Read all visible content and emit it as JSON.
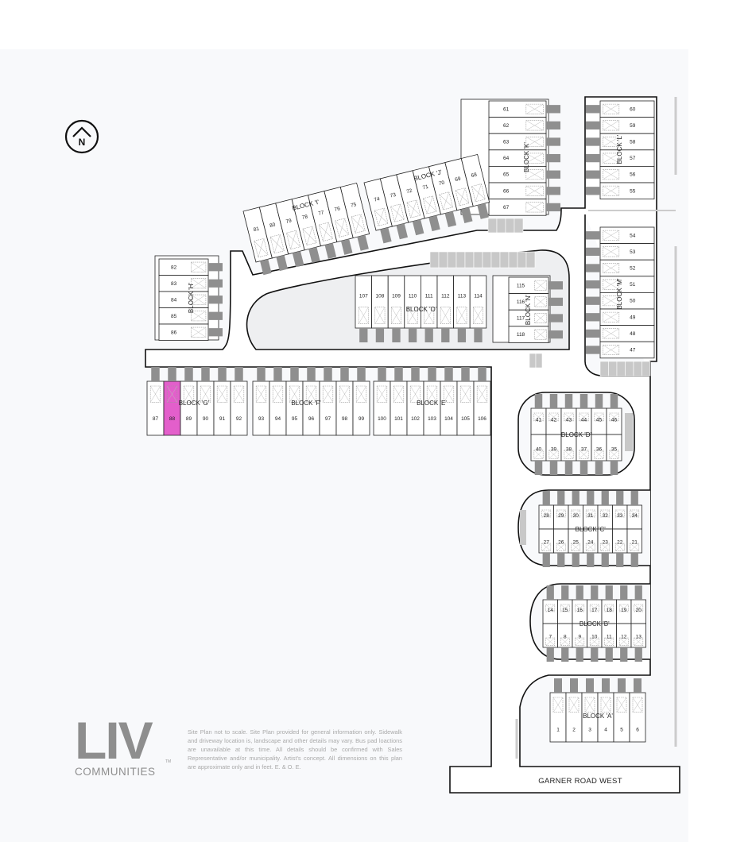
{
  "colors": {
    "highlight": "#e35fcb",
    "road": "#ffffff",
    "ground": "#f8f9fb",
    "driveway": "#8f8f8f",
    "island": "#eeeff1"
  },
  "north_icon": {
    "label": "N",
    "icon": "north-arrow-icon"
  },
  "road_name": "GARNER ROAD WEST",
  "highlighted_lot": "88",
  "blocks": {
    "A": {
      "label": "BLOCK 'A'",
      "lots": [
        "1",
        "2",
        "3",
        "4",
        "5",
        "6"
      ]
    },
    "B": {
      "label": "BLOCK 'B'",
      "top": [
        "14",
        "15",
        "16",
        "17",
        "18",
        "19",
        "20"
      ],
      "bottom": [
        "7",
        "8",
        "9",
        "10",
        "11",
        "12",
        "13"
      ]
    },
    "C": {
      "label": "BLOCK 'C'",
      "top": [
        "28",
        "29",
        "30",
        "31",
        "32",
        "33",
        "34"
      ],
      "bottom": [
        "27",
        "26",
        "25",
        "24",
        "23",
        "22",
        "21"
      ]
    },
    "D": {
      "label": "BLOCK 'D'",
      "top": [
        "41",
        "42",
        "43",
        "44",
        "45",
        "46"
      ],
      "bottom": [
        "40",
        "39",
        "38",
        "37",
        "36",
        "35"
      ]
    },
    "E": {
      "label": "BLOCK 'E'",
      "lots": [
        "100",
        "101",
        "102",
        "103",
        "104",
        "105",
        "106"
      ]
    },
    "F": {
      "label": "BLOCK 'F'",
      "lots": [
        "93",
        "94",
        "95",
        "96",
        "97",
        "98",
        "99"
      ]
    },
    "G": {
      "label": "BLOCK 'G'",
      "lots": [
        "87",
        "88",
        "89",
        "90",
        "91",
        "92"
      ]
    },
    "H": {
      "label": "BLOCK 'H'",
      "lots": [
        "82",
        "83",
        "84",
        "85",
        "86"
      ]
    },
    "I": {
      "label": "BLOCK 'I'",
      "lots": [
        "81",
        "80",
        "79",
        "78",
        "77",
        "76",
        "75"
      ]
    },
    "J": {
      "label": "BLOCK 'J'",
      "lots": [
        "74",
        "73",
        "72",
        "71",
        "70",
        "69",
        "68"
      ]
    },
    "K": {
      "label": "BLOCK 'K'",
      "lots": [
        "61",
        "62",
        "63",
        "64",
        "65",
        "66",
        "67"
      ]
    },
    "L": {
      "label": "BLOCK 'L'",
      "lots": [
        "60",
        "59",
        "58",
        "57",
        "56",
        "55"
      ]
    },
    "M": {
      "label": "BLOCK 'M'",
      "lots": [
        "54",
        "53",
        "52",
        "51",
        "50",
        "49",
        "48",
        "47"
      ]
    },
    "N": {
      "label": "BLOCK 'N'",
      "lots": [
        "115",
        "116",
        "117",
        "118"
      ]
    },
    "O": {
      "label": "BLOCK 'O'",
      "lots": [
        "107",
        "108",
        "109",
        "110",
        "111",
        "112",
        "113",
        "114"
      ]
    }
  },
  "logo": {
    "wordmark": "LIV",
    "sub": "COMMUNITIES",
    "tm": "TM"
  },
  "disclaimer": "Site Plan not to scale. Site Plan provided for general information only. Sidewalk and driveway location is, landscape and other details may vary. Bus pad loactions are unavailable at this time. All details should be confirmed with Sales Representative and/or municipality. Artist's concept. All dimensions on this plan are approximate only and in feet. E. & O. E."
}
